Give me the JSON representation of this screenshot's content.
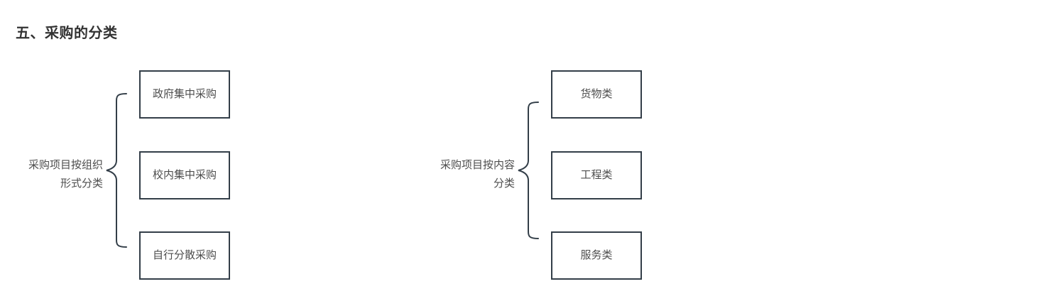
{
  "page": {
    "title": "五、采购的分类",
    "background_color": "#ffffff",
    "box_border_color": "#333e48",
    "text_color": "#4d4d4d",
    "title_color": "#333333"
  },
  "groups": [
    {
      "id": "organization-form",
      "label": "采购项目按组织\n形式分类",
      "brace_icon": "curly-brace-icon",
      "nodes": [
        {
          "label": "政府集中采购"
        },
        {
          "label": "校内集中采购"
        },
        {
          "label": "自行分散采购"
        }
      ]
    },
    {
      "id": "content-type",
      "label": "采购项目按内容\n分类",
      "brace_icon": "curly-brace-icon",
      "nodes": [
        {
          "label": "货物类"
        },
        {
          "label": "工程类"
        },
        {
          "label": "服务类"
        }
      ]
    }
  ]
}
